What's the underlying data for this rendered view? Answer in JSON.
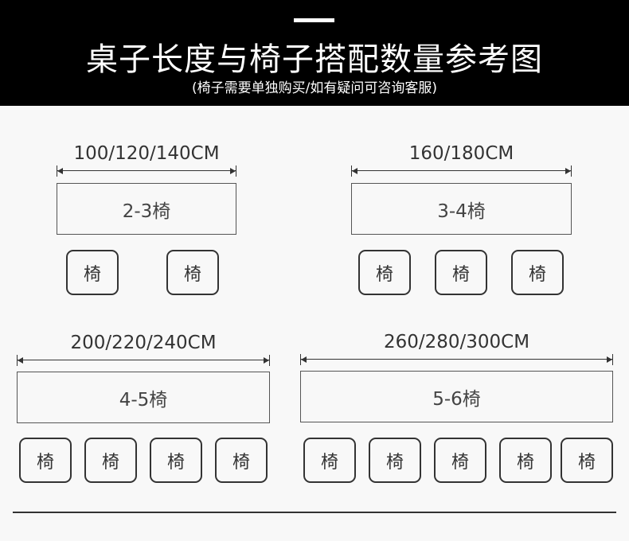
{
  "header": {
    "title": "桌子长度与椅子搭配数量参考图",
    "subtitle": "(椅子需要单独购买/如有疑问可咨询客服)"
  },
  "groups": [
    {
      "dimension": "100/120/140CM",
      "table_label": "2-3椅",
      "chairs": [
        "椅",
        "椅"
      ]
    },
    {
      "dimension": "160/180CM",
      "table_label": "3-4椅",
      "chairs": [
        "椅",
        "椅",
        "椅"
      ]
    },
    {
      "dimension": "200/220/240CM",
      "table_label": "4-5椅",
      "chairs": [
        "椅",
        "椅",
        "椅",
        "椅"
      ]
    },
    {
      "dimension": "260/280/300CM",
      "table_label": "5-6椅",
      "chairs": [
        "椅",
        "椅",
        "椅",
        "椅",
        "椅"
      ]
    }
  ]
}
